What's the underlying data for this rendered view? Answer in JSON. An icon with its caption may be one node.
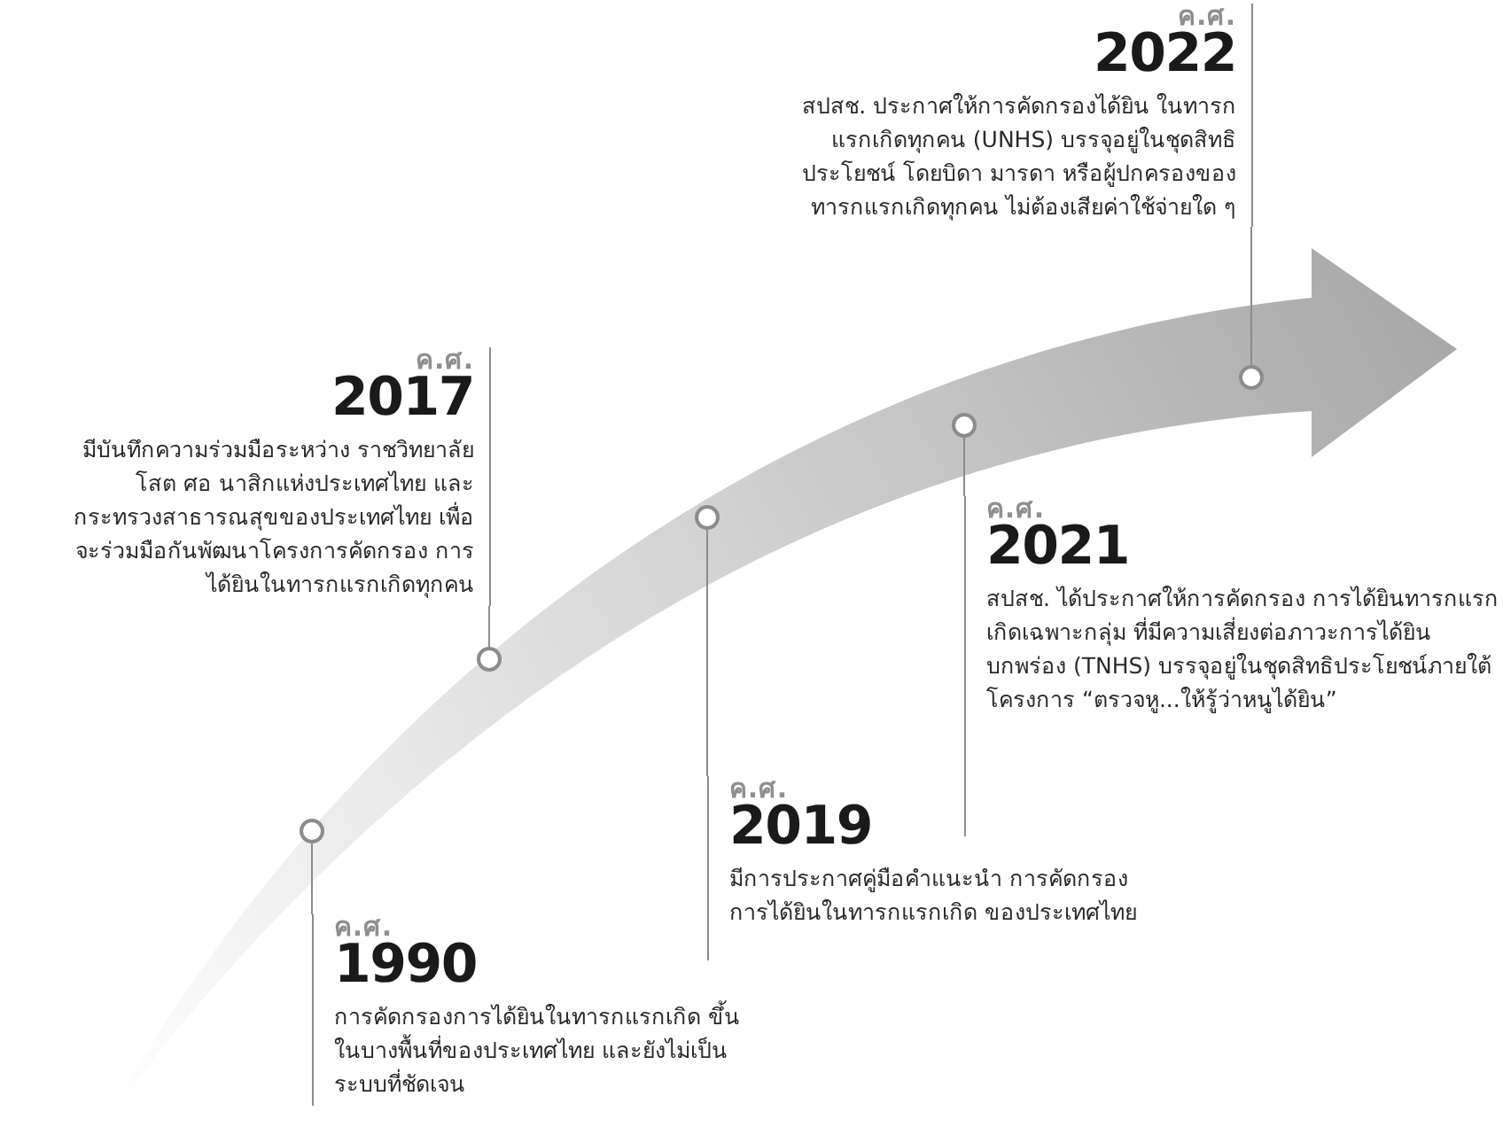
{
  "diagram": {
    "nodes": [
      {
        "text": [],
        "shape": "circle"
      },
      {
        "text": [
          "ค.ศ.",
          "1990",
          "การคัดกรองการได้ยินในทารกแรกเกิด ขึ้นในบางพื้นที่ของประเทศไทย และยังไม่เป็นระบบที่ชัดเจน"
        ]
      },
      {
        "text": [],
        "shape": "circle"
      },
      {
        "text": [
          "ค.ศ.",
          "2017",
          "มีบันทึกความร่วมมือระหว่าง ราชวิทยาลัยโสต ศอ นาสิกแห่งประเทศไทย และกระทรวงสาธารณสุขของประเทศไทย เพื่อจะร่วมมือกันพัฒนาโครงการคัดกรอง การได้ยินในทารกแรกเกิดทุกคน"
        ]
      },
      {
        "text": [],
        "shape": "circle"
      },
      {
        "text": [
          "ค.ศ.",
          "2019",
          "มีการประกาศคู่มือคำแนะนำ การคัดกรองการได้ยินในทารกแรกเกิด ของประเทศไทย"
        ]
      },
      {
        "text": [],
        "shape": "circle"
      },
      {
        "text": [
          "ค.ศ.",
          "2021",
          "สปสช. ได้ประกาศให้การคัดกรอง การได้ยินทารกแรกเกิดเฉพาะกลุ่ม ที่มีความเสี่ยงต่อภาวะการได้ยินบกพร่อง (TNHS) บรรจุอยู่ในชุดสิทธิประโยชน์ภายใต้โครงการ “ตรวจหู...ให้รู้ว่าหนูได้ยิน”"
        ]
      },
      {
        "text": [],
        "shape": "circle"
      },
      {
        "text": [
          "ค.ศ.",
          "2022",
          "สปสช. ประกาศให้การคัดกรองได้ยิน ในทารกแรกเกิดทุกคน (UNHS) บรรจุอยู่ในชุดสิทธิประโยชน์ โดยบิดา มารดา หรือผู้ปกครองของทารกแรกเกิดทุกคน ไม่ต้องเสียค่าใช้จ่ายใด ๆ"
        ]
      }
    ],
    "edges": [
      {
        "from": 0,
        "to": 1,
        "arrow": "none"
      },
      {
        "from": 2,
        "to": 3,
        "arrow": "none"
      },
      {
        "from": 4,
        "to": 5,
        "arrow": "none"
      },
      {
        "from": 6,
        "to": 7,
        "arrow": "none"
      },
      {
        "from": 8,
        "to": 9,
        "arrow": "none"
      }
    ]
  }
}
